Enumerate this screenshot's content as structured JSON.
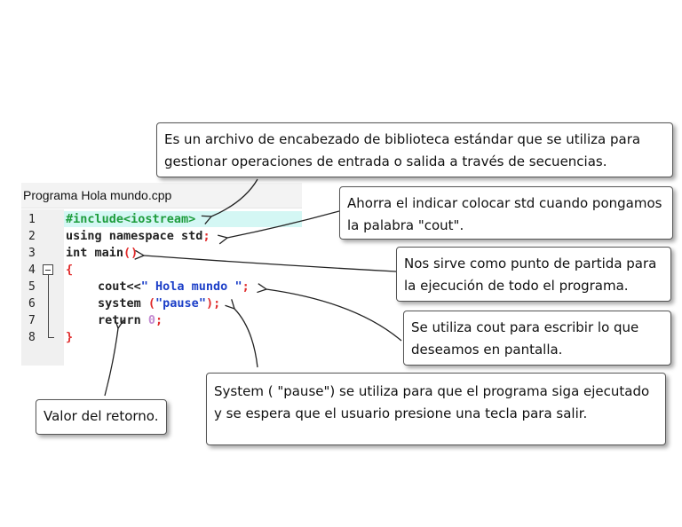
{
  "editor": {
    "file_tab": "Programa Hola mundo.cpp",
    "line_numbers": [
      "1",
      "2",
      "3",
      "4",
      "5",
      "6",
      "7",
      "8"
    ],
    "code": {
      "l1": "#include<iostream>",
      "l2a": "using namespace std",
      "l2b": ";",
      "l3a": "int main",
      "l3b": "()",
      "l4": "{",
      "l5a": "cout<<",
      "l5b": "\" Hola mundo \"",
      "l5c": ";",
      "l6a": "system ",
      "l6b": "(",
      "l6c": "\"pause\"",
      "l6d": ");",
      "l7a": "return ",
      "l7b": "0",
      "l7c": ";",
      "l8": "}"
    },
    "colors": {
      "preprocessor": "#1e9d3d",
      "string": "#1c3fc8",
      "punctuation": "#e02a2a",
      "number": "#c38bd1",
      "highlight": "#d4f7f4"
    }
  },
  "callouts": {
    "iostream": {
      "line1": "Es un archivo de encabezado de biblioteca estándar que se utiliza para",
      "line2": "gestionar operaciones de entrada o salida a través de secuencias."
    },
    "namespace": {
      "line1": "Ahorra el indicar colocar std cuando pongamos",
      "line2": "la palabra \"cout\"."
    },
    "main": {
      "line1": "Nos sirve como punto de partida para",
      "line2": "la ejecución de todo el programa."
    },
    "cout": {
      "line1": "Se utiliza cout para escribir lo que",
      "line2": "deseamos en pantalla."
    },
    "pause": {
      "line1": "System ( \"pause\") se utiliza para que el programa siga ejecutado",
      "line2": "y se espera que el usuario presione una tecla para salir."
    },
    "return": {
      "line1": "Valor del retorno."
    }
  }
}
